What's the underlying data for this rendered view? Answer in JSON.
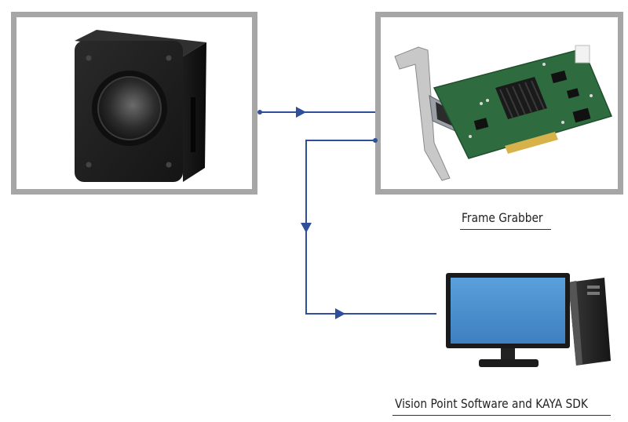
{
  "diagram": {
    "nodes": [
      {
        "id": "camera",
        "caption": "",
        "icon": "industrial-camera-icon"
      },
      {
        "id": "frame-grabber",
        "caption": "Frame Grabber",
        "icon": "frame-grabber-card-icon"
      },
      {
        "id": "software",
        "caption": "Vision Point Software and KAYA SDK",
        "icon": "desktop-computer-icon"
      }
    ],
    "edges": [
      {
        "from": "camera",
        "to": "frame-grabber"
      },
      {
        "from": "frame-grabber",
        "to": "software"
      }
    ],
    "colors": {
      "frame_border": "#a6a6a6",
      "connector": "#2f4f9a",
      "caption_text": "#222222"
    }
  }
}
